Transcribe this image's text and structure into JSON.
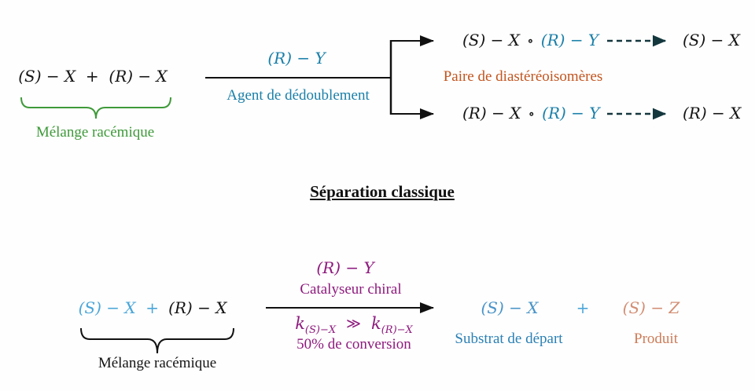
{
  "colors": {
    "black": "#151515",
    "green": "#3e9a39",
    "teal": "#1b80a9",
    "dark_teal_dash": "#14373e",
    "rust_orange": "#c2551f",
    "purple": "#8e1a7e",
    "light_blue": "#4ba6d8",
    "product_blue": "#4a94c8",
    "label_blue": "#2a80b5",
    "salmon": "#d28e74",
    "salmon_label": "#cd7c58"
  },
  "scheme1": {
    "reactants": "(S) − X  +  (R) − X",
    "reactants_label": "Mélange racémique",
    "reagent": "(R) − Y",
    "agent_label": "Agent de dédoublement",
    "pair_label": "Paire de diastéréoisomères",
    "top_branch": {
      "species": "(S) − X",
      "operator": "∘",
      "partner": "(R) − Y",
      "product": "(S) − X"
    },
    "bottom_branch": {
      "species": "(R) − X",
      "operator": "∘",
      "partner": "(R) − Y",
      "product": "(R) − X"
    }
  },
  "section_title": "Séparation classique",
  "scheme2": {
    "reactant_s_plus": "(S) − X  +",
    "reactant_r": "(R) − X",
    "reactants_label": "Mélange racémique",
    "reagent": "(R) − Y",
    "catalyst_label": "Catalyseur chiral",
    "rate": {
      "k1": "k",
      "sub1": "(S)−X",
      "much_greater": "≫",
      "k2": "k",
      "sub2": "(R)−X"
    },
    "conversion_label": "50% de conversion",
    "product_substrate": "(S) − X",
    "plus": "+",
    "product_z": "(S) − Z",
    "substrate_label": "Substrat de départ",
    "product_label": "Produit"
  }
}
